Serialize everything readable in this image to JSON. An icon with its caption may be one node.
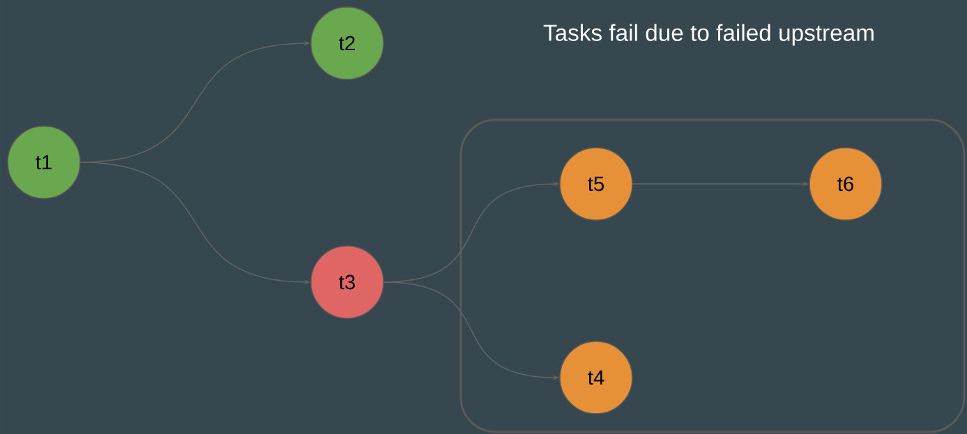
{
  "diagram": {
    "title": "Tasks fail due to failed upstream",
    "nodes": [
      {
        "text": [
          "t1"
        ]
      },
      {
        "text": [
          "t2"
        ]
      },
      {
        "text": [
          "t3"
        ]
      },
      {
        "text": [],
        "shape": "box"
      },
      {
        "text": [
          "t5"
        ],
        "in": 3
      },
      {
        "text": [
          "t6"
        ],
        "in": 3
      },
      {
        "text": [
          "t4"
        ],
        "in": 3
      }
    ],
    "edges": [
      {
        "from": 0,
        "to": 1,
        "arrow": "to"
      },
      {
        "from": 0,
        "to": 2,
        "arrow": "to"
      },
      {
        "from": 2,
        "to": 4,
        "arrow": "to"
      },
      {
        "from": 2,
        "to": 6,
        "arrow": "to"
      },
      {
        "from": 4,
        "to": 5,
        "arrow": "to"
      }
    ]
  }
}
